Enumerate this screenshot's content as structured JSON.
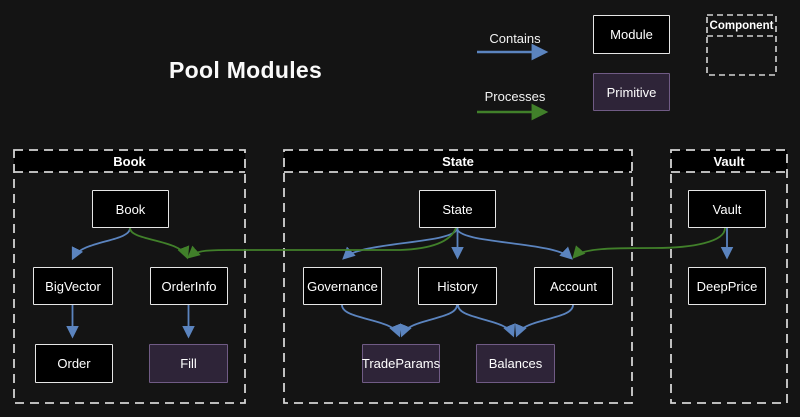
{
  "title": "Pool Modules",
  "legend": {
    "contains": "Contains",
    "processes": "Processes",
    "module": "Module",
    "primitive": "Primitive",
    "component": "Component"
  },
  "colors": {
    "background": "#141414",
    "module_fill": "#000000",
    "module_border": "#e6e6e6",
    "primitive_fill": "#2e2438",
    "primitive_border": "#705b85",
    "contains_edge": "#5b84bf",
    "processes_edge": "#41802a",
    "container_border": "#d4d4d4",
    "header_fill": "#000000",
    "text": "#ffffff"
  },
  "containers": [
    {
      "label": "Book",
      "nodes": [
        {
          "label": "Book",
          "type": "module"
        },
        {
          "label": "BigVector",
          "type": "module"
        },
        {
          "label": "OrderInfo",
          "type": "module"
        },
        {
          "label": "Order",
          "type": "module"
        },
        {
          "label": "Fill",
          "type": "primitive"
        }
      ]
    },
    {
      "label": "State",
      "nodes": [
        {
          "label": "State",
          "type": "module"
        },
        {
          "label": "Governance",
          "type": "module"
        },
        {
          "label": "History",
          "type": "module"
        },
        {
          "label": "Account",
          "type": "module"
        },
        {
          "label": "TradeParams",
          "type": "primitive"
        },
        {
          "label": "Balances",
          "type": "primitive"
        }
      ]
    },
    {
      "label": "Vault",
      "nodes": [
        {
          "label": "Vault",
          "type": "module"
        },
        {
          "label": "DeepPrice",
          "type": "module"
        }
      ]
    }
  ],
  "edges": [
    {
      "from": "Book",
      "to": "BigVector",
      "type": "contains"
    },
    {
      "from": "Book",
      "to": "OrderInfo",
      "type": "contains"
    },
    {
      "from": "BigVector",
      "to": "Order",
      "type": "contains"
    },
    {
      "from": "OrderInfo",
      "to": "Fill",
      "type": "contains"
    },
    {
      "from": "State",
      "to": "Governance",
      "type": "contains"
    },
    {
      "from": "State",
      "to": "History",
      "type": "contains"
    },
    {
      "from": "State",
      "to": "Account",
      "type": "contains"
    },
    {
      "from": "Governance",
      "to": "TradeParams",
      "type": "contains"
    },
    {
      "from": "History",
      "to": "TradeParams",
      "type": "contains"
    },
    {
      "from": "History",
      "to": "Balances",
      "type": "contains"
    },
    {
      "from": "Account",
      "to": "Balances",
      "type": "contains"
    },
    {
      "from": "Vault",
      "to": "DeepPrice",
      "type": "contains"
    },
    {
      "from": "State",
      "to": "OrderInfo",
      "type": "processes"
    },
    {
      "from": "Vault",
      "to": "Account",
      "type": "processes"
    }
  ]
}
